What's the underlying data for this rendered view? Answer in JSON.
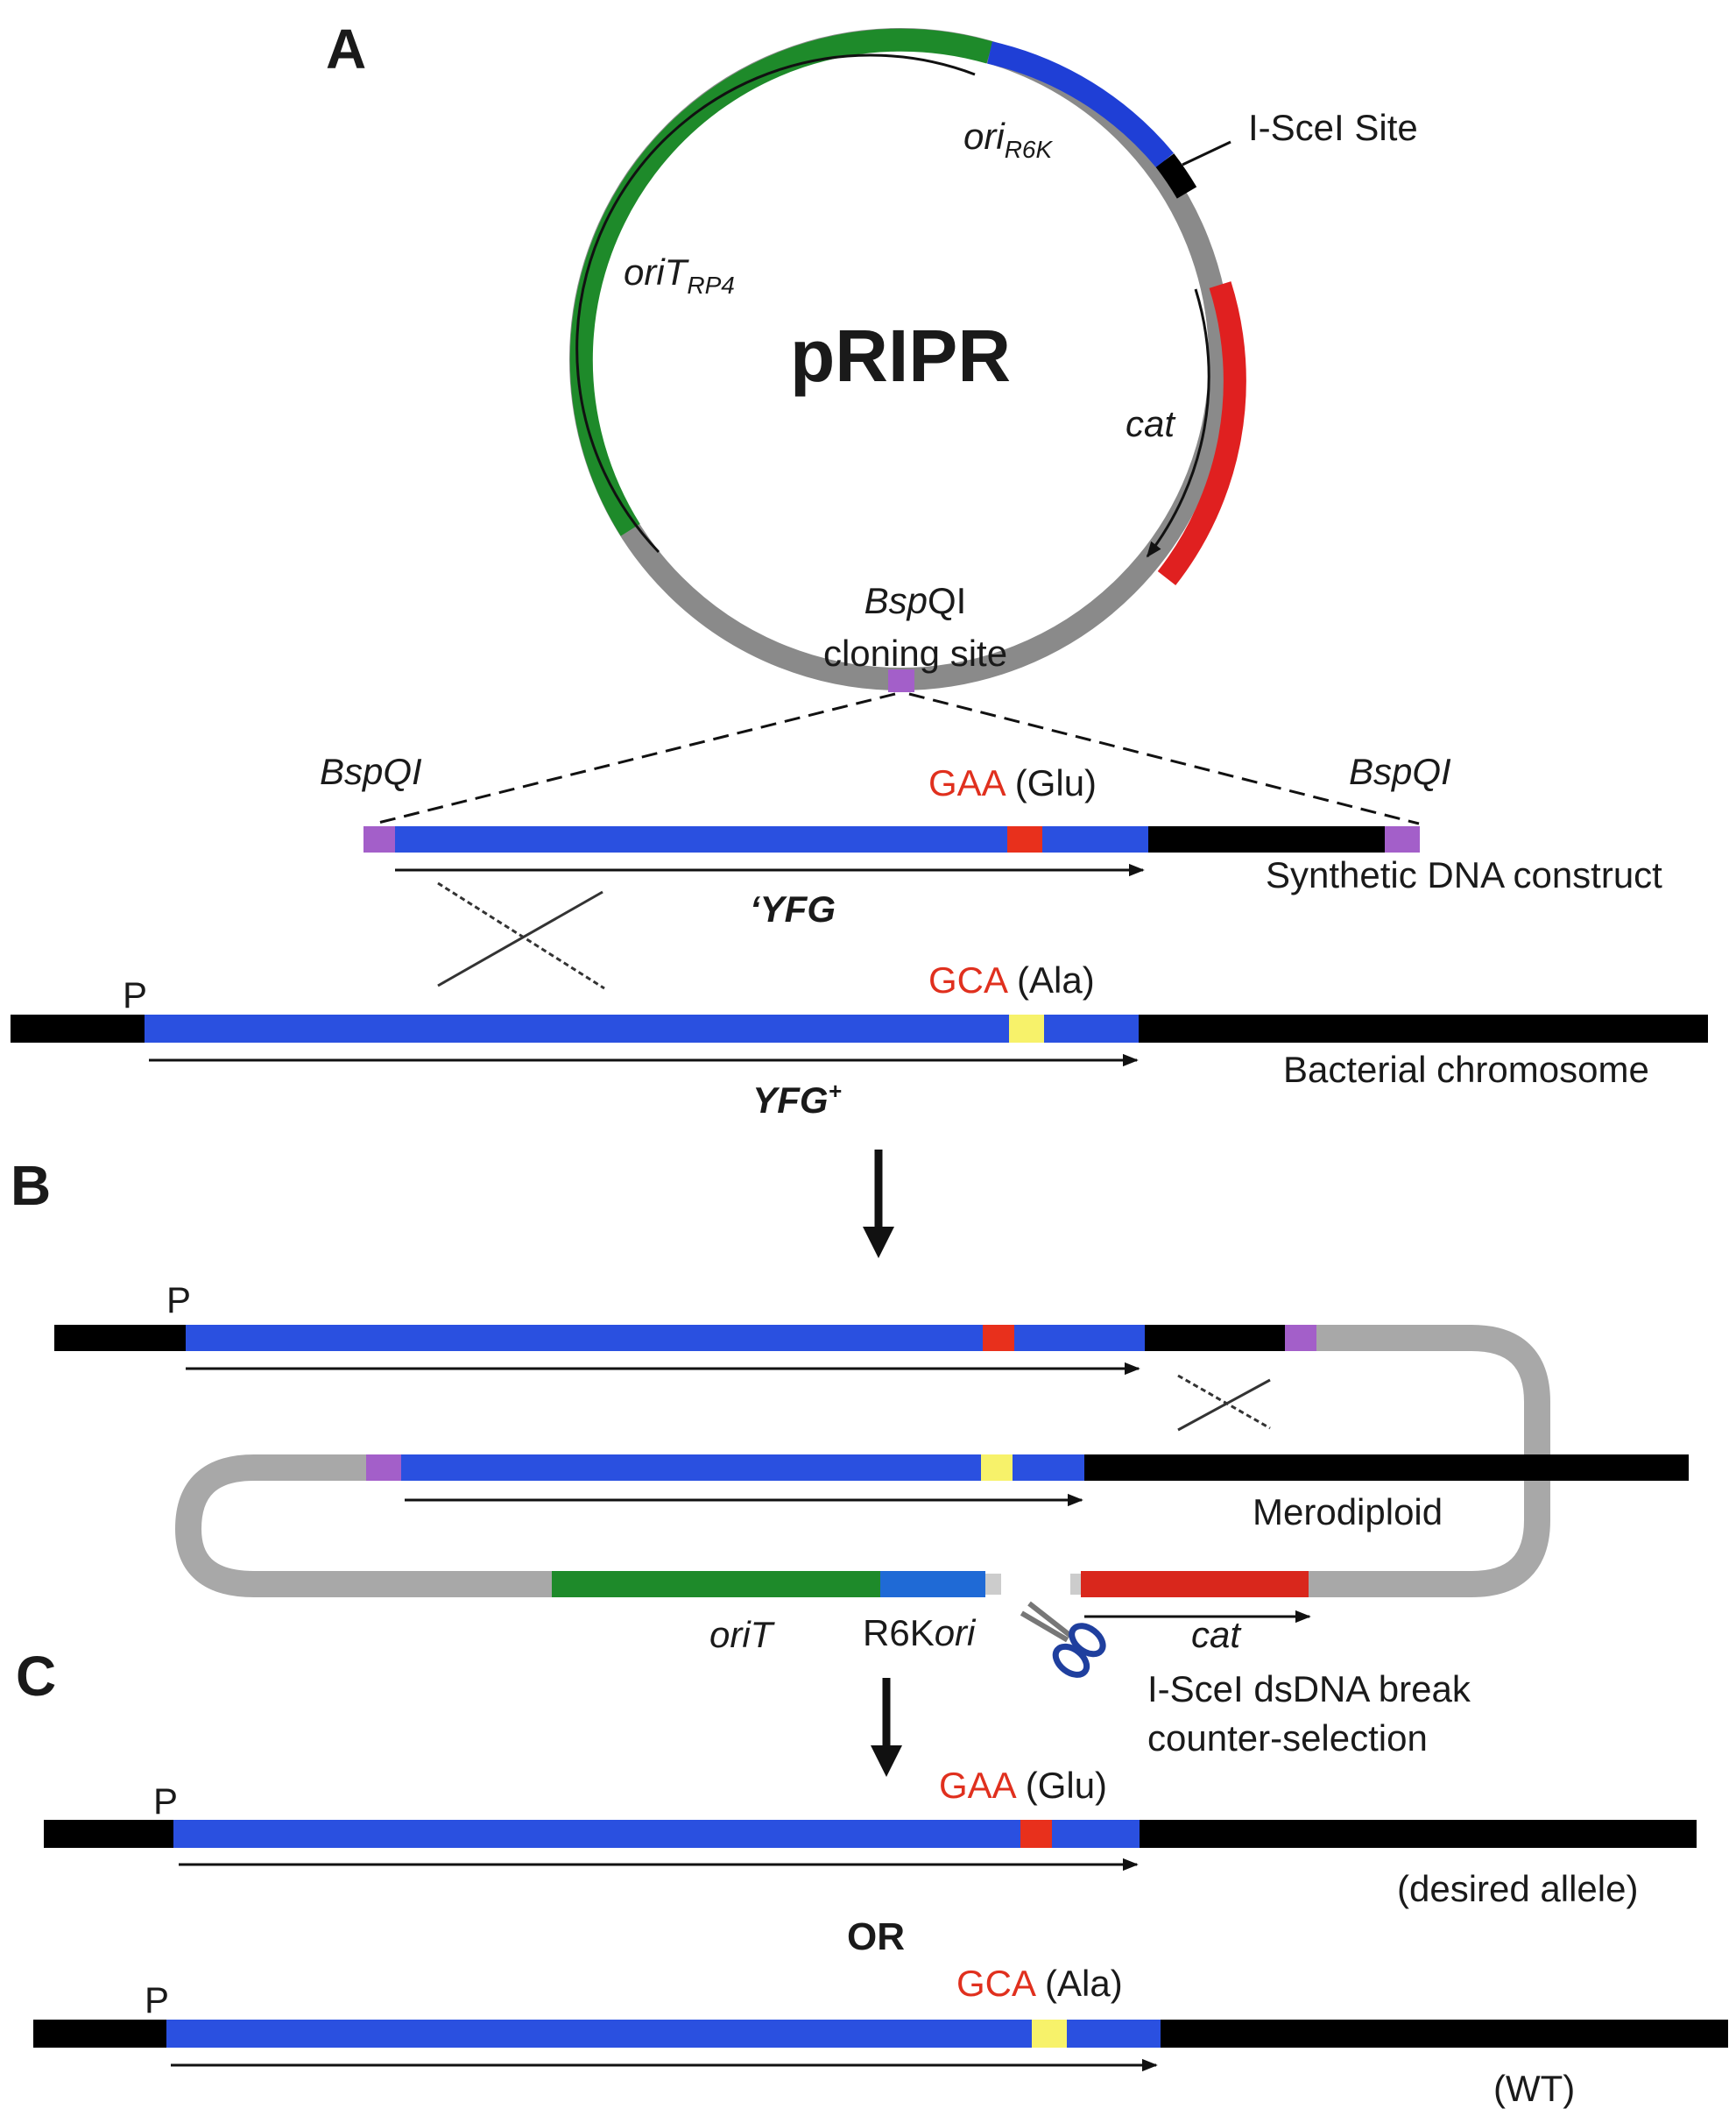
{
  "panels": {
    "a": "A",
    "b": "B",
    "c": "C"
  },
  "plasmid": {
    "name": "pRIPR",
    "ori_r6k_main": "ori",
    "ori_r6k_sub": "R6K",
    "orit_main": "oriT",
    "orit_sub": "RP4",
    "cat": "cat",
    "isce_site": "I-SceI Site",
    "bspqi_italic": "Bsp",
    "bspqi_rest": "QI",
    "cloning_site": "cloning site",
    "colors": {
      "oriT": "#1e8a2a",
      "ori": "#1f3fd6",
      "isce": "#000000",
      "cat": "#e02020",
      "backbone": "#8a8a8a",
      "bspqi": "#a35fc9"
    }
  },
  "construct": {
    "bspqi_left": "BspQI",
    "bspqi_right": "BspQI",
    "codon": "GAA",
    "aa": "(Glu)",
    "label": "Synthetic DNA construct",
    "gene": "‘YFG"
  },
  "chromosome": {
    "promoter": "P",
    "codon": "GCA",
    "aa": "(Ala)",
    "label": "Bacterial chromosome",
    "gene": "YFG",
    "gene_sup": "+"
  },
  "merodiploid": {
    "promoter": "P",
    "label": "Merodiploid",
    "orit": "oriT",
    "r6k": "R6K",
    "r6k_ori": "ori",
    "cat": "cat",
    "break_line1": "I-SceI dsDNA break",
    "break_line2": "counter-selection"
  },
  "results": {
    "desired": {
      "promoter": "P",
      "codon": "GAA",
      "aa": "(Glu)",
      "label": "(desired allele)"
    },
    "or": "OR",
    "wt": {
      "promoter": "P",
      "codon": "GCA",
      "aa": "(Ala)",
      "label": "(WT)"
    }
  },
  "colors": {
    "dna": "#000000",
    "gene": "#2a50e0",
    "mutant_codon": "#e8301c",
    "wt_codon": "#f7f26a",
    "bspqi": "#a35fc9",
    "backbone": "#a8a8a8",
    "codon_text": "#e0301e"
  }
}
